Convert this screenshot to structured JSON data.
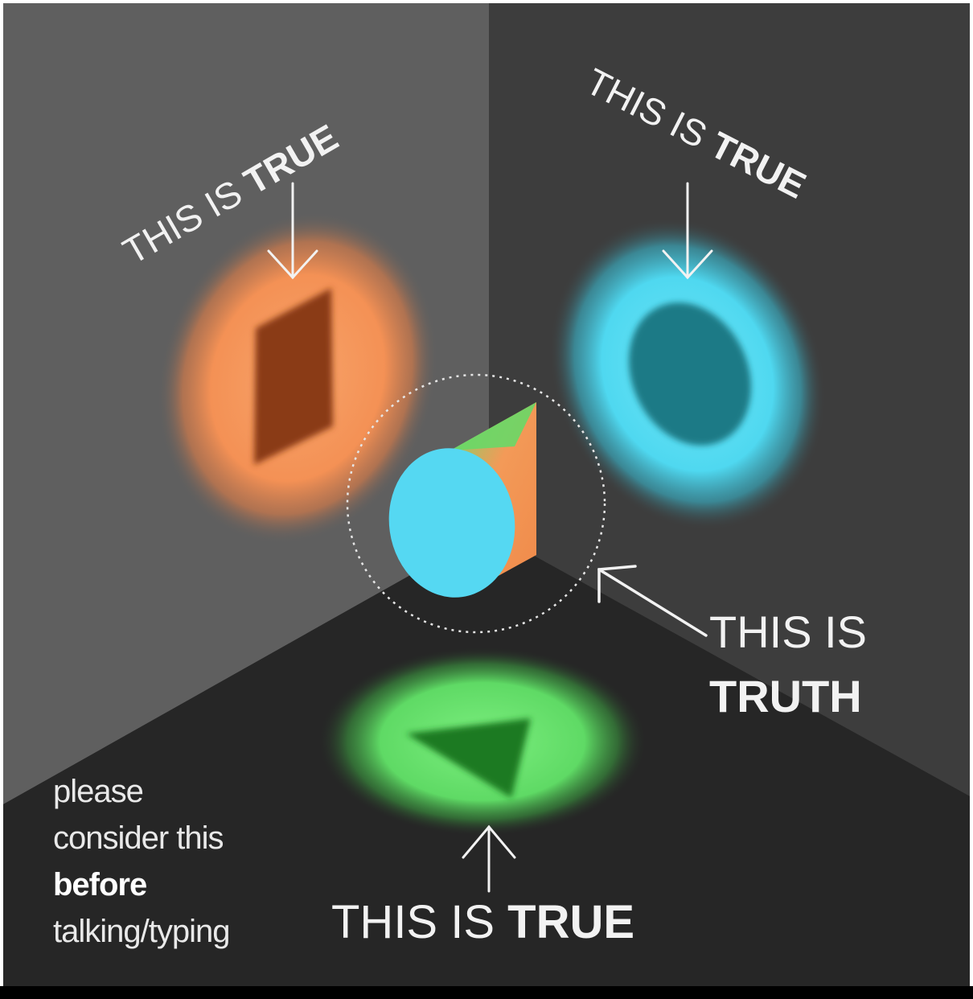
{
  "labels": {
    "left_wall": {
      "prefix": "THIS IS ",
      "emphasis": "TRUE"
    },
    "right_wall": {
      "prefix": "THIS IS ",
      "emphasis": "TRUE"
    },
    "floor": {
      "prefix": "THIS IS ",
      "emphasis": "TRUE"
    },
    "object": {
      "line1": "THIS IS",
      "line2": "TRUTH"
    }
  },
  "caption": {
    "line1": "please",
    "line2": "consider this",
    "line3": "before",
    "line4": "talking/typing"
  },
  "colors": {
    "left_wall": "#5f5f5f",
    "right_wall": "#3d3d3d",
    "floor": "#262626",
    "orange_glow": "#f49155",
    "orange_shape": "#8a3a14",
    "cyan_glow": "#4fd8f0",
    "cyan_shape": "#1f7a86",
    "green_glow": "#66e06c",
    "green_shape": "#1f7a24",
    "text": "#f2f2f2"
  },
  "icons": [
    "down-arrow-icon",
    "up-arrow-icon",
    "diagonal-arrow-icon",
    "dotted-circle-icon"
  ]
}
